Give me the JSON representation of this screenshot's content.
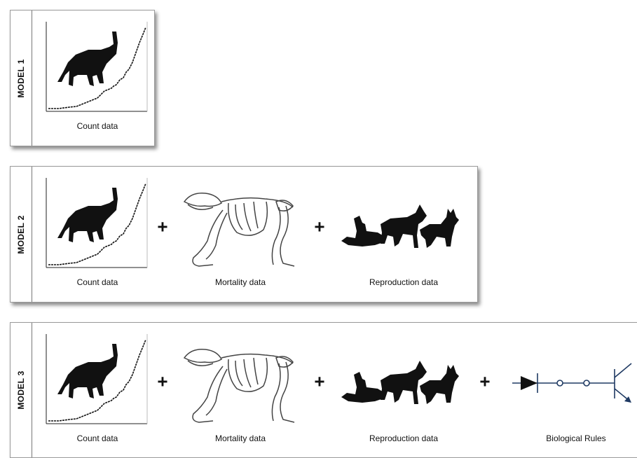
{
  "models": [
    {
      "label": "MODEL 1",
      "inputs": [
        "Count data"
      ]
    },
    {
      "label": "MODEL 2",
      "inputs": [
        "Count data",
        "Mortality data",
        "Reproduction data"
      ]
    },
    {
      "label": "MODEL 3",
      "inputs": [
        "Count data",
        "Mortality data",
        "Reproduction data",
        "Biological Rules"
      ]
    }
  ],
  "operator": "+",
  "colors": {
    "ink": "#111111",
    "rules_line": "#1f3a63"
  }
}
